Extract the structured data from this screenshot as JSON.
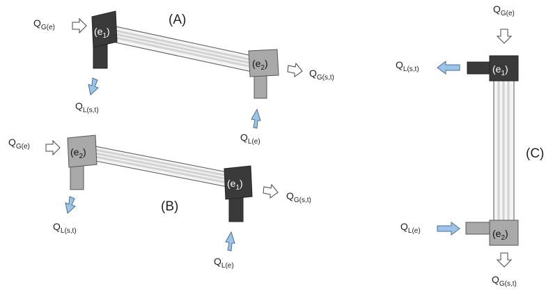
{
  "panels": {
    "A": "(A)",
    "B": "(B)",
    "C": "(C)"
  },
  "elements": {
    "e1_main": "(e",
    "e1_sub": "1",
    "e2_main": "(e",
    "e2_sub": "2",
    "close": ")"
  },
  "flows": {
    "qg_e": {
      "main": "Q",
      "sub": "G(e)"
    },
    "ql_st": {
      "main": "Q",
      "sub": "L(s,t)"
    },
    "qg_st": {
      "main": "Q",
      "sub": "G(s,t)"
    },
    "ql_e": {
      "main": "Q",
      "sub": "L(e)"
    }
  },
  "colors": {
    "dark_box": "#3a3a3a",
    "light_box": "#a9a9a9",
    "tube_fill": "#f4f4f4",
    "tube_line": "#d2d2d2",
    "liquid_arrow": "#9dc3e6",
    "gas_arrow": "#ffffff"
  },
  "icons": {
    "gas_arrow": "hollow-arrow-icon",
    "liquid_arrow": "blue-arrow-icon"
  }
}
